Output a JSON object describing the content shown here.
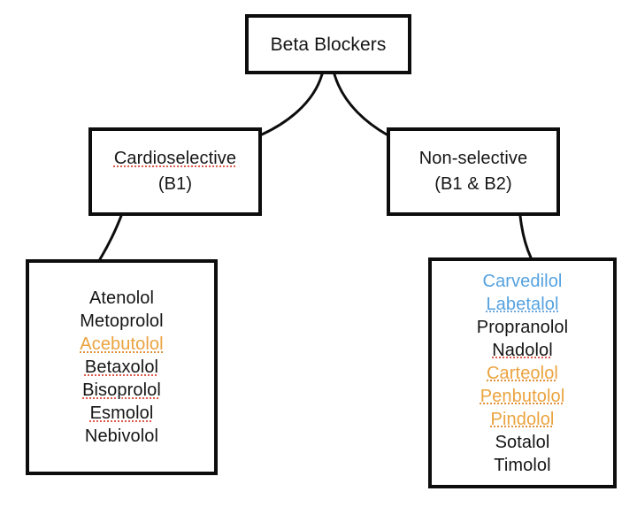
{
  "diagram": {
    "type": "hierarchy-tree",
    "title": "Beta Blockers",
    "background_color": "#ffffff",
    "node_border_color": "#0d0d0d",
    "text_color": "#151515",
    "accent_orange": "#eba33f",
    "accent_blue": "#55a2e0",
    "spellcheck_underline_color": "#e05a4e"
  },
  "root": {
    "label": "Beta Blockers"
  },
  "branches": [
    {
      "id": "cardioselective",
      "line1": "Cardioselective",
      "line2": "(B1)",
      "line1_underline": "red"
    },
    {
      "id": "nonselective",
      "line1": "Non-selective",
      "line2": "(B1 & B2)",
      "line1_underline": "none"
    }
  ],
  "drug_lists": [
    {
      "id": "cardioselective-drugs",
      "parent": "cardioselective",
      "items": [
        {
          "name": "Atenolol",
          "color": "black",
          "underline": "none"
        },
        {
          "name": "Metoprolol",
          "color": "black",
          "underline": "none"
        },
        {
          "name": "Acebutolol",
          "color": "orange",
          "underline": "orange"
        },
        {
          "name": "Betaxolol",
          "color": "black",
          "underline": "red"
        },
        {
          "name": "Bisoprolol",
          "color": "black",
          "underline": "red"
        },
        {
          "name": "Esmolol",
          "color": "black",
          "underline": "red"
        },
        {
          "name": "Nebivolol",
          "color": "black",
          "underline": "none"
        }
      ]
    },
    {
      "id": "nonselective-drugs",
      "parent": "nonselective",
      "items": [
        {
          "name": "Carvedilol",
          "color": "blue",
          "underline": "none"
        },
        {
          "name": "Labetalol",
          "color": "blue",
          "underline": "blue"
        },
        {
          "name": "Propranolol",
          "color": "black",
          "underline": "none"
        },
        {
          "name": "Nadolol",
          "color": "black",
          "underline": "red"
        },
        {
          "name": "Carteolol",
          "color": "orange",
          "underline": "orange"
        },
        {
          "name": "Penbutolol",
          "color": "orange",
          "underline": "orange"
        },
        {
          "name": "Pindolol",
          "color": "orange",
          "underline": "orange"
        },
        {
          "name": "Sotalol",
          "color": "black",
          "underline": "none"
        },
        {
          "name": "Timolol",
          "color": "black",
          "underline": "none"
        }
      ]
    }
  ]
}
